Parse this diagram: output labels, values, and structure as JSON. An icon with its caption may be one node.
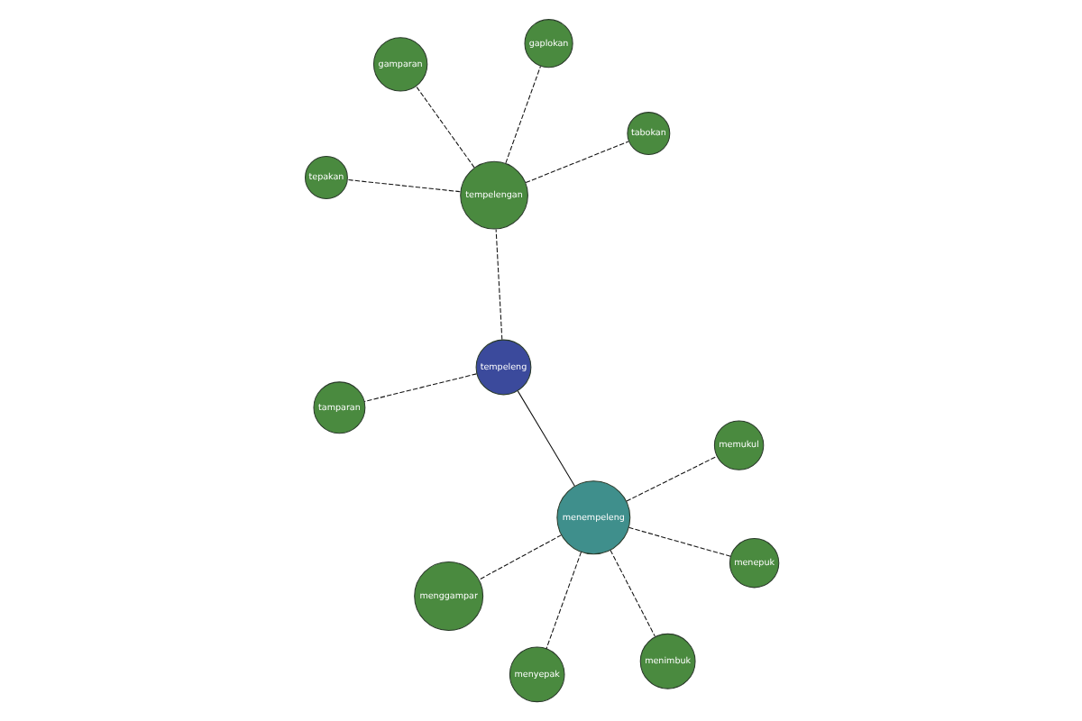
{
  "diagram": {
    "nodes": [
      {
        "text": [
          "gamparan"
        ]
      },
      {
        "text": [
          "tabokan"
        ]
      },
      {
        "text": [
          "tepakan"
        ]
      },
      {
        "text": [
          "gaplokan"
        ]
      },
      {
        "text": [
          "tempelengan"
        ]
      },
      {
        "text": [
          "menggampar"
        ]
      },
      {
        "text": [
          "menyepak"
        ]
      },
      {
        "text": [
          "tempeleng"
        ]
      },
      {
        "text": [
          "menempeleng"
        ]
      },
      {
        "text": [
          "menepuk"
        ]
      },
      {
        "text": [
          "menimbuk"
        ]
      },
      {
        "text": [
          "tamparan"
        ]
      },
      {
        "text": [
          "memukul"
        ]
      }
    ],
    "edges": [
      {
        "from": 7,
        "to": 4,
        "arrow": "none",
        "style": "dashed"
      },
      {
        "from": 7,
        "to": 8,
        "arrow": "none"
      },
      {
        "from": 7,
        "to": 11,
        "arrow": "none",
        "style": "dashed"
      },
      {
        "from": 4,
        "to": 0,
        "arrow": "none",
        "style": "dashed"
      },
      {
        "from": 4,
        "to": 1,
        "arrow": "none",
        "style": "dashed"
      },
      {
        "from": 4,
        "to": 2,
        "arrow": "none",
        "style": "dashed"
      },
      {
        "from": 4,
        "to": 3,
        "arrow": "none",
        "style": "dashed"
      },
      {
        "from": 8,
        "to": 5,
        "arrow": "none",
        "style": "dashed"
      },
      {
        "from": 8,
        "to": 6,
        "arrow": "none",
        "style": "dashed"
      },
      {
        "from": 8,
        "to": 9,
        "arrow": "none",
        "style": "dashed"
      },
      {
        "from": 8,
        "to": 10,
        "arrow": "none",
        "style": "dashed"
      },
      {
        "from": 8,
        "to": 12,
        "arrow": "none",
        "style": "dashed"
      }
    ]
  }
}
